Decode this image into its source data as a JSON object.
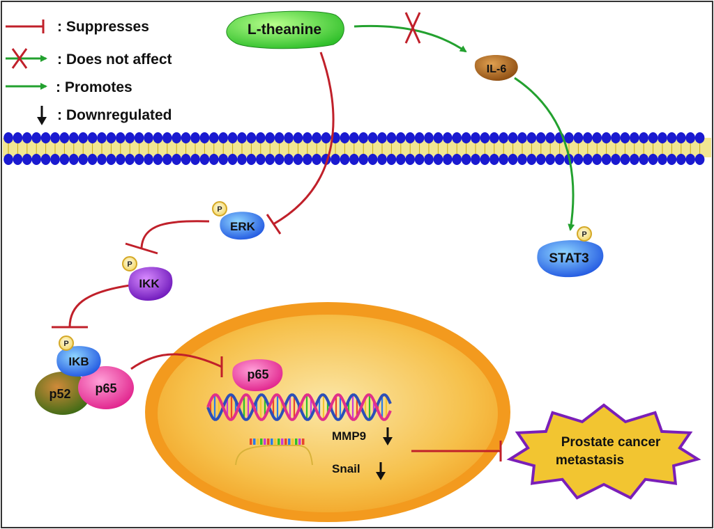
{
  "legend": {
    "suppresses": ": Suppresses",
    "does_not_affect": ": Does not affect",
    "promotes": ": Promotes",
    "downregulated": ": Downregulated"
  },
  "nodes": {
    "theanine": "L-theanine",
    "il6": "IL-6",
    "erk": "ERK",
    "stat3": "STAT3",
    "ikk": "IKK",
    "ikb": "IKB",
    "p52": "p52",
    "p65": "p65",
    "p65_nuclear": "p65",
    "mmp9": "MMP9",
    "snail": "Snail",
    "outcome_line1": "Prostate cancer",
    "outcome_line2": "metastasis"
  },
  "phospho_label": "P",
  "colors": {
    "inhibit": "#c0202a",
    "promote": "#23a12f",
    "border": "#333333",
    "membrane_head": "#1a1ad0",
    "membrane_tail": "#e6d23a",
    "nucleus_outer": "#f39a1e",
    "nucleus_inner": "#f6c04a",
    "star_fill": "#f2c531",
    "star_stroke": "#7a1fb8"
  }
}
